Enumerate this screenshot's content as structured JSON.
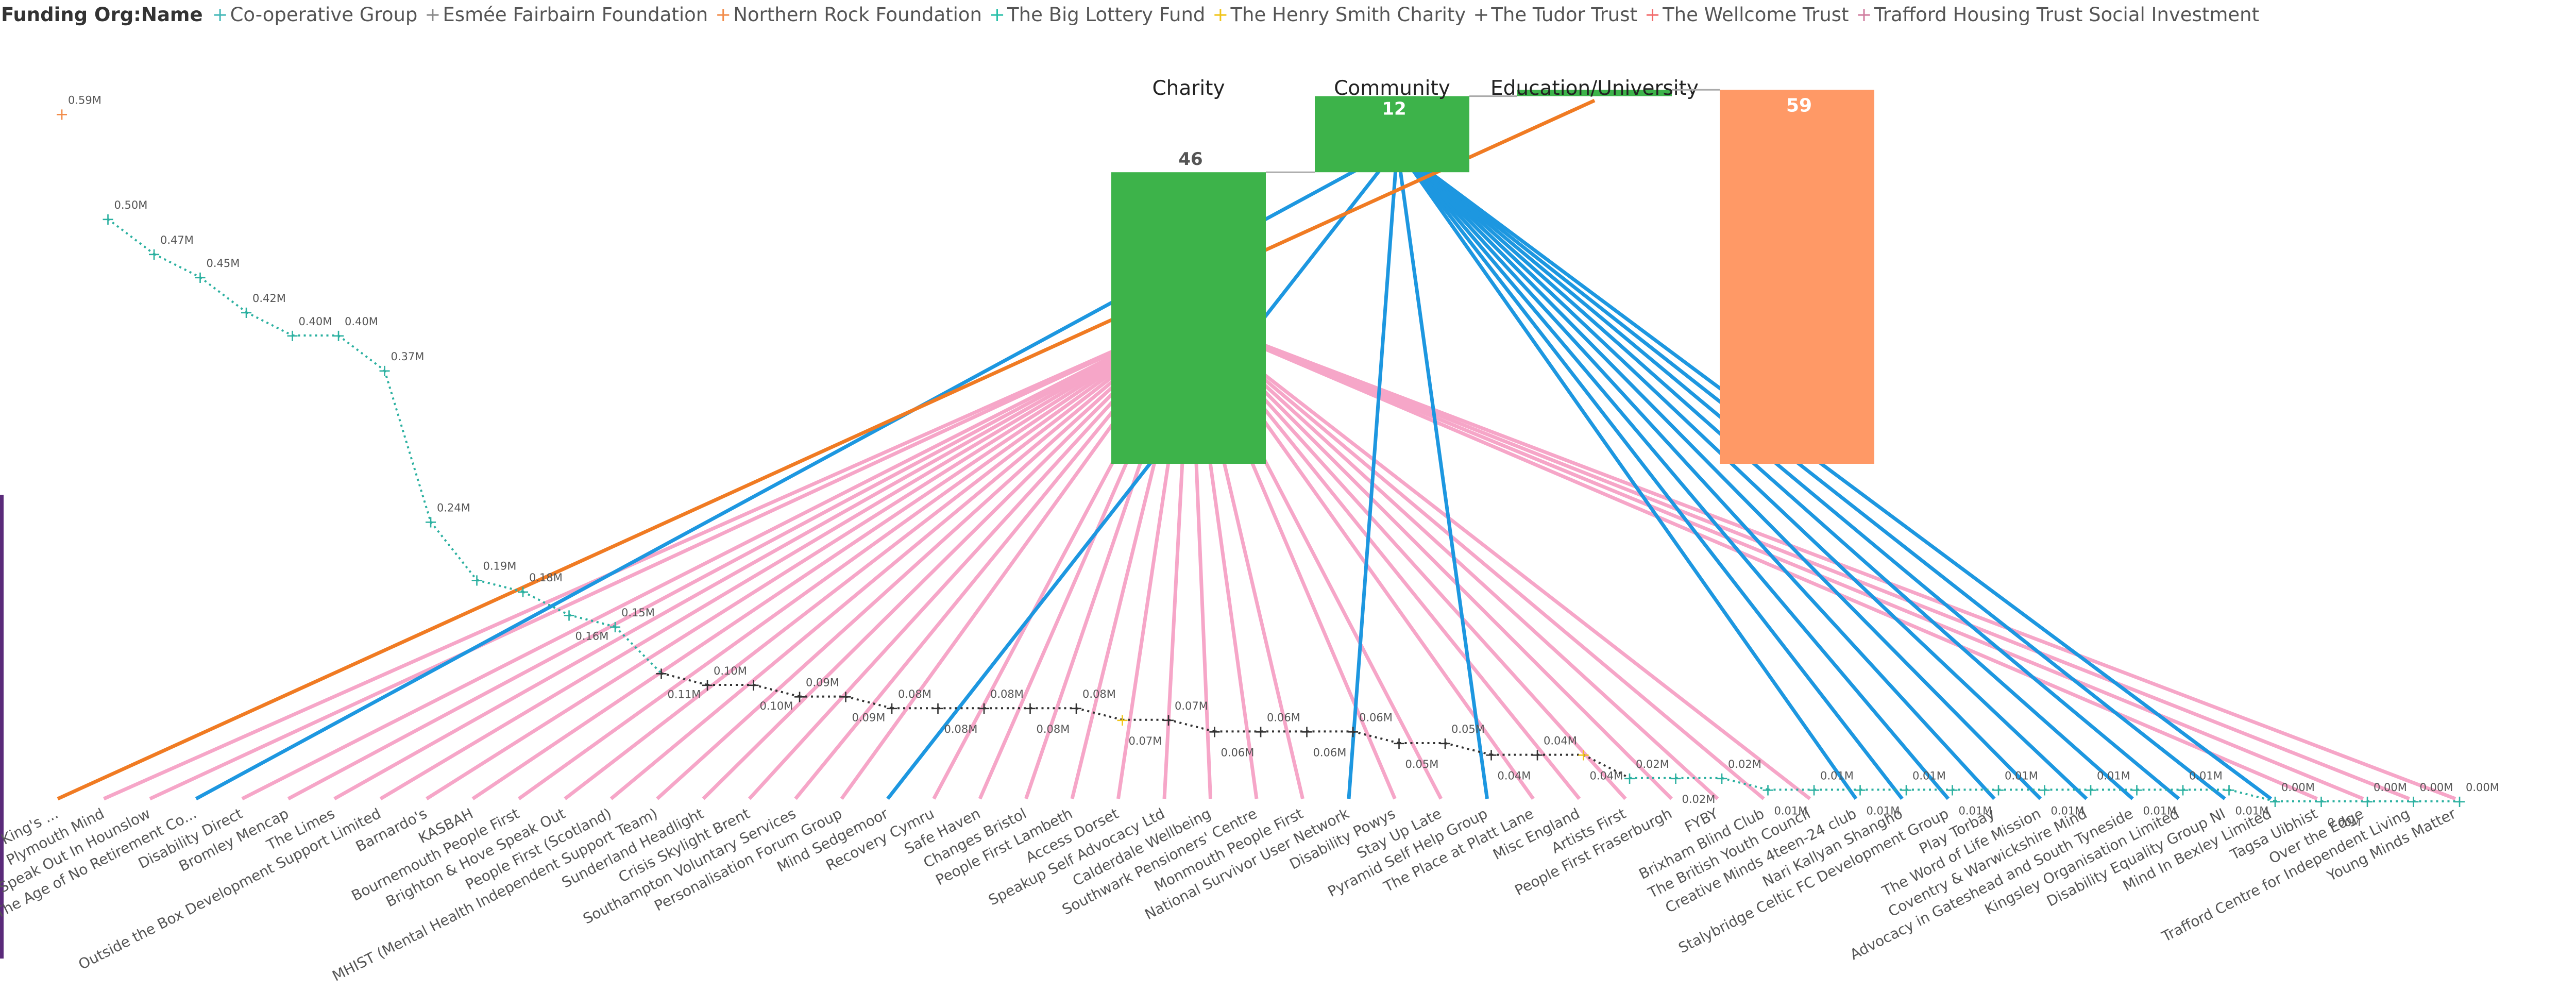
{
  "legend": {
    "title": "Funding Org:Name",
    "entries": [
      {
        "name": "Co-operative Group",
        "color": "#45b8b8"
      },
      {
        "name": "Esmée Fairbairn Foundation",
        "color": "#8a8a8a"
      },
      {
        "name": "Northern Rock Foundation",
        "color": "#f28c4a"
      },
      {
        "name": "The Big Lottery Fund",
        "color": "#2bc0a9"
      },
      {
        "name": "The Henry Smith Charity",
        "color": "#f0c419"
      },
      {
        "name": "The Tudor Trust",
        "color": "#555555"
      },
      {
        "name": "The Wellcome Trust",
        "color": "#f26b6b"
      },
      {
        "name": "Trafford Housing Trust Social Investment",
        "color": "#d07fa0"
      }
    ]
  },
  "colors": {
    "charity_links": "#f6a6c8",
    "community_links": "#1d97e0",
    "education_links": "#f07b23",
    "bar_green": "#3db34a",
    "bar_orange": "#ff9966",
    "dotted_teal": "#2bb0a0",
    "dotted_dark": "#333333"
  },
  "chart_data": [
    {
      "type": "line",
      "x": [
        "King's ...",
        "Plymouth Mind",
        "Speak Out In Hounslow",
        "The Age of No Retirement Co...",
        "Disability Direct",
        "Bromley Mencap",
        "The Limes",
        "Outside the Box Development Support Limited",
        "Barnardo's",
        "KASBAH",
        "Bournemouth People First",
        "Brighton & Hove Speak Out",
        "People First (Scotland)",
        "MHIST (Mental Health Independent Support Team)",
        "Sunderland Headlight",
        "Crisis Skylight Brent",
        "Southampton Voluntary Services",
        "Personalisation Forum Group",
        "Mind Sedgemoor",
        "Recovery Cymru",
        "Safe Haven",
        "Changes Bristol",
        "People First Lambeth",
        "Access Dorset",
        "Speakup Self Advocacy Ltd",
        "Calderdale Wellbeing",
        "Southwark Pensioners' Centre",
        "Monmouth People First",
        "National Survivor User Network",
        "Disability Powys",
        "Stay Up Late",
        "Pyramid Self Help Group",
        "The Place at Platt Lane",
        "Misc England",
        "Artists First",
        "People First Fraserburgh",
        "FYBY",
        "Brixham Blind Club",
        "The British Youth Council",
        "Creative Minds 4teen-24 club",
        "Nari Kallyan Shangho",
        "Stalybridge Celtic FC Development Group",
        "Play Torbay",
        "The Word of Life Mission",
        "Coventry & Warwickshire Mind",
        "Advocacy in Gateshead and South Tyneside",
        "Kingsley Organisation Limited",
        "Disability Equality Group NI",
        "Mind In Bexley Limited",
        "Tagsa Uibhist",
        "Over the Edge",
        "Trafford Centre for Independent Living",
        "Young Minds Matter"
      ],
      "values": [
        0.59,
        0.5,
        0.47,
        0.45,
        0.42,
        0.4,
        0.4,
        0.37,
        0.24,
        0.19,
        0.18,
        0.16,
        0.15,
        0.11,
        0.1,
        0.1,
        0.09,
        0.09,
        0.08,
        0.08,
        0.08,
        0.08,
        0.08,
        0.07,
        0.07,
        0.06,
        0.06,
        0.06,
        0.06,
        0.05,
        0.05,
        0.04,
        0.04,
        0.04,
        0.02,
        0.02,
        0.02,
        0.01,
        0.01,
        0.01,
        0.01,
        0.01,
        0.01,
        0.01,
        0.01,
        0.01,
        0.01,
        0.01,
        0.0,
        0.0,
        0.0,
        0.0,
        0.0
      ],
      "point_labels": [
        "0.59M",
        "0.50M",
        "0.47M",
        "0.45M",
        "0.42M",
        "0.40M",
        "0.40M",
        "0.37M",
        "0.24M",
        "0.19M",
        "0.18M",
        "0.16M",
        "0.15M",
        "0.11M",
        "0.10M",
        "0.10M",
        "0.09M",
        "0.09M",
        "0.08M",
        "0.08M",
        "0.08M",
        "0.08M",
        "0.08M",
        "0.07M",
        "0.07M",
        "0.06M",
        "0.06M",
        "0.06M",
        "0.06M",
        "0.05M",
        "0.05M",
        "0.04M",
        "0.04M",
        "0.04M",
        "0.02M",
        "0.02M",
        "0.02M",
        "0.01M",
        "0.01M",
        "0.01M",
        "0.01M",
        "0.01M",
        "0.01M",
        "0.01M",
        "0.01M",
        "0.01M",
        "0.01M",
        "0.01M",
        "0.00M",
        "0.00M",
        "0.00M",
        "0.00M",
        "0.00M"
      ],
      "unit": "M"
    },
    {
      "type": "bar",
      "categories": [
        "Charity",
        "Community",
        "Education/University"
      ],
      "values": [
        46,
        12,
        1
      ],
      "value_labels": [
        "46",
        "12",
        ""
      ],
      "total": {
        "value": 59,
        "label": "59"
      }
    }
  ]
}
